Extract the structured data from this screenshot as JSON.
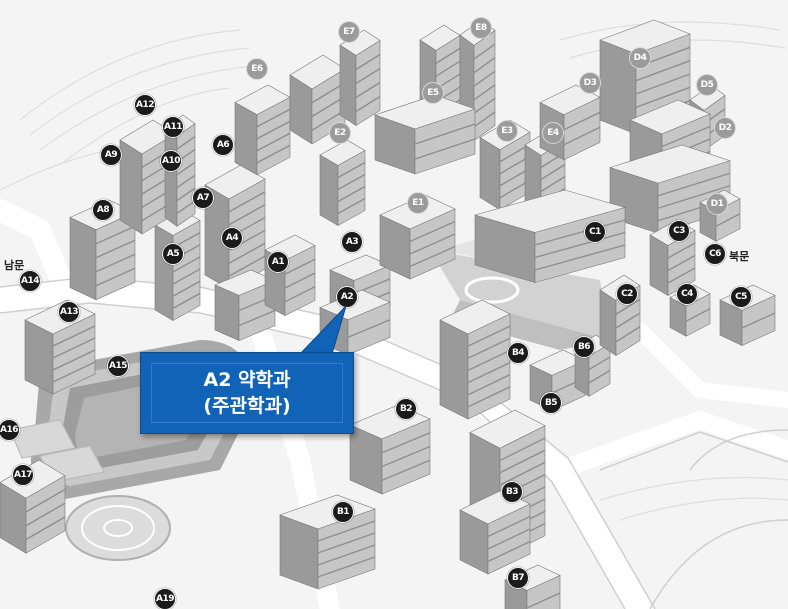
{
  "map": {
    "building_labels": [
      {
        "id": "A1",
        "style": "dark"
      },
      {
        "id": "A2",
        "style": "dark"
      },
      {
        "id": "A3",
        "style": "dark"
      },
      {
        "id": "A4",
        "style": "dark"
      },
      {
        "id": "A5",
        "style": "dark"
      },
      {
        "id": "A6",
        "style": "dark"
      },
      {
        "id": "A7",
        "style": "dark"
      },
      {
        "id": "A8",
        "style": "dark"
      },
      {
        "id": "A9",
        "style": "dark"
      },
      {
        "id": "A10",
        "style": "dark"
      },
      {
        "id": "A11",
        "style": "dark"
      },
      {
        "id": "A12",
        "style": "dark"
      },
      {
        "id": "A13",
        "style": "dark"
      },
      {
        "id": "A14",
        "style": "dark"
      },
      {
        "id": "A15",
        "style": "dark"
      },
      {
        "id": "A16",
        "style": "dark"
      },
      {
        "id": "A17",
        "style": "dark"
      },
      {
        "id": "A19",
        "style": "dark"
      },
      {
        "id": "B1",
        "style": "dark"
      },
      {
        "id": "B2",
        "style": "dark"
      },
      {
        "id": "B3",
        "style": "dark"
      },
      {
        "id": "B4",
        "style": "dark"
      },
      {
        "id": "B5",
        "style": "dark"
      },
      {
        "id": "B6",
        "style": "dark"
      },
      {
        "id": "B7",
        "style": "dark"
      },
      {
        "id": "C1",
        "style": "dark"
      },
      {
        "id": "C2",
        "style": "dark"
      },
      {
        "id": "C3",
        "style": "dark"
      },
      {
        "id": "C4",
        "style": "dark"
      },
      {
        "id": "C5",
        "style": "dark"
      },
      {
        "id": "C6",
        "style": "dark"
      },
      {
        "id": "D1",
        "style": "light"
      },
      {
        "id": "D2",
        "style": "light"
      },
      {
        "id": "D3",
        "style": "light"
      },
      {
        "id": "D4",
        "style": "light"
      },
      {
        "id": "D5",
        "style": "light"
      },
      {
        "id": "E1",
        "style": "light"
      },
      {
        "id": "E2",
        "style": "light"
      },
      {
        "id": "E3",
        "style": "light"
      },
      {
        "id": "E4",
        "style": "light"
      },
      {
        "id": "E5",
        "style": "light"
      },
      {
        "id": "E6",
        "style": "light"
      },
      {
        "id": "E7",
        "style": "light"
      },
      {
        "id": "E8",
        "style": "light"
      }
    ],
    "gates": {
      "south": "남문",
      "north": "북문"
    },
    "callout": {
      "target": "A2",
      "line1": "A2 약학과",
      "line2": "(주관학과)",
      "color": "#1163b8"
    }
  }
}
